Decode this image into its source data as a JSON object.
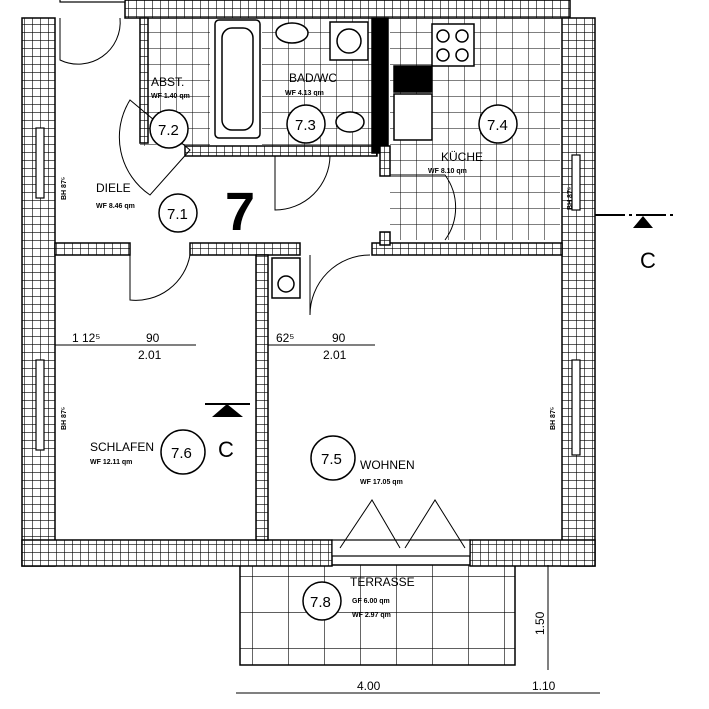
{
  "apartment_number": "7",
  "rooms": [
    {
      "id": "7.1",
      "name": "DIELE",
      "area": "WF 8.46 qm"
    },
    {
      "id": "7.2",
      "name": "ABST.",
      "area": "WF 1.40 qm"
    },
    {
      "id": "7.3",
      "name": "BAD/WC",
      "area": "WF 4.13 qm"
    },
    {
      "id": "7.4",
      "name": "KÜCHE",
      "area": "WF 8.10 qm"
    },
    {
      "id": "7.5",
      "name": "WOHNEN",
      "area": "WF 17.05 qm"
    },
    {
      "id": "7.6",
      "name": "SCHLAFEN",
      "area": "WF 12.11 qm"
    },
    {
      "id": "7.8",
      "name": "TERRASSE",
      "area": "GF 6.00 qm",
      "area2": "WF 2.97 qm"
    }
  ],
  "section_marker": "C",
  "window_labels": {
    "parapet": "BH 87⁵"
  },
  "dimensions": {
    "schlafen_left": "1 12⁵",
    "schlafen_window": "90",
    "schlafen_total": "2.01",
    "wohnen_left": "62⁵",
    "wohnen_window": "90",
    "wohnen_total": "2.01",
    "bottom_width": "4.00",
    "bottom_right": "1.10",
    "terrace_depth": "1.50"
  }
}
